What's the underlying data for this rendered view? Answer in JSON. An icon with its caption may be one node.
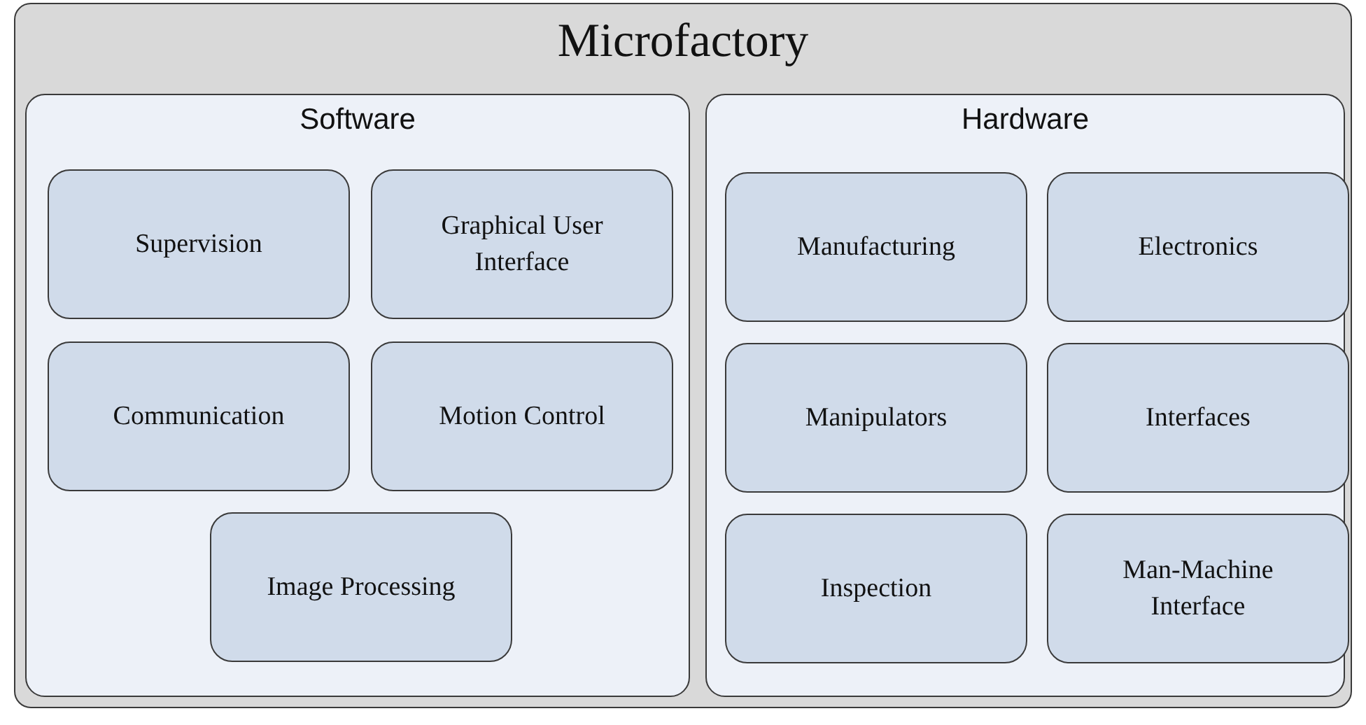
{
  "diagram": {
    "nodes": [
      {
        "text": [
          "Microfactory"
        ]
      },
      {
        "text": [
          "Software"
        ],
        "in": 0
      },
      {
        "text": [
          "Supervision"
        ],
        "in": 1
      },
      {
        "text": [
          "Graphical User Interface"
        ],
        "in": 1
      },
      {
        "text": [
          "Communication"
        ],
        "in": 1
      },
      {
        "text": [
          "Motion Control"
        ],
        "in": 1
      },
      {
        "text": [
          "Image Processing"
        ],
        "in": 1
      },
      {
        "text": [
          "Hardware"
        ],
        "in": 0
      },
      {
        "text": [
          "Manufacturing"
        ],
        "in": 7
      },
      {
        "text": [
          "Electronics"
        ],
        "in": 7
      },
      {
        "text": [
          "Manipulators"
        ],
        "in": 7
      },
      {
        "text": [
          "Interfaces"
        ],
        "in": 7
      },
      {
        "text": [
          "Inspection"
        ],
        "in": 7
      },
      {
        "text": [
          "Man-Machine Interface"
        ],
        "in": 7
      }
    ]
  }
}
